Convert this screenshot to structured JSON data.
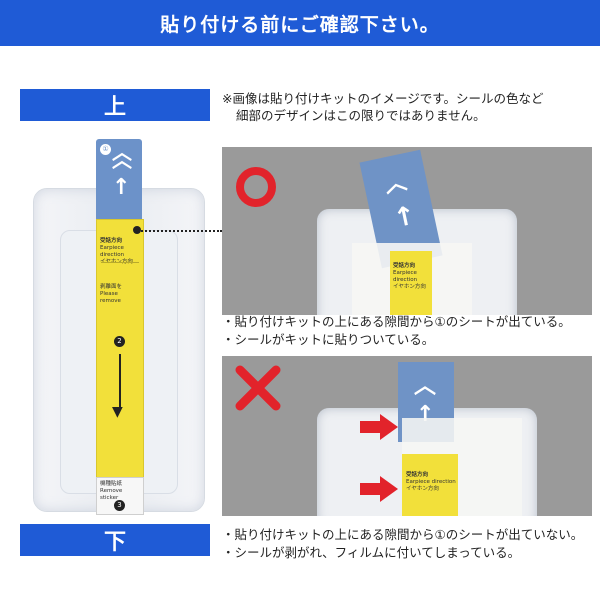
{
  "banner": {
    "title": "貼り付ける前にご確認下さい。"
  },
  "labels": {
    "top": "上",
    "bottom": "下"
  },
  "note": {
    "line1": "※画像は貼り付けキットのイメージです。シールの色など",
    "line2": "細部のデザインはこの限りではありません。"
  },
  "kit": {
    "tab_circled_1": "①",
    "earpiece_jp": "受話方向",
    "earpiece_en": "Earpiece direction",
    "earpiece_kana": "イヤホン方向",
    "peel_jp": "剥離面を",
    "peel_en": "Please remove",
    "step_circled_2": "2",
    "bottom_jp": "機種貼紙",
    "bottom_en": "Remove sticker",
    "step_circled_3": "3"
  },
  "photo_top": {
    "symbol": "circle-ok",
    "earpiece_jp": "受話方向",
    "earpiece_en": "Earpiece direction",
    "earpiece_kana": "イヤホン方向"
  },
  "photo_bottom": {
    "symbol": "cross-ng",
    "earpiece_jp": "受話方向",
    "earpiece_en": "Earpiece direction",
    "earpiece_kana": "イヤホン方向"
  },
  "bullets_ok": [
    "・貼り付けキットの上にある隙間から①のシートが出ている。",
    "・シールがキットに貼りついている。"
  ],
  "bullets_ng": [
    "・貼り付けキットの上にある隙間から①のシートが出ていない。",
    "・シールが剥がれ、フィルムに付いてしまっている。"
  ],
  "colors": {
    "brand_blue": "#1f5bd6",
    "accent_red": "#e2232b",
    "sticker_yellow": "#f2e03a",
    "sticker_blue": "#6c92c9"
  }
}
